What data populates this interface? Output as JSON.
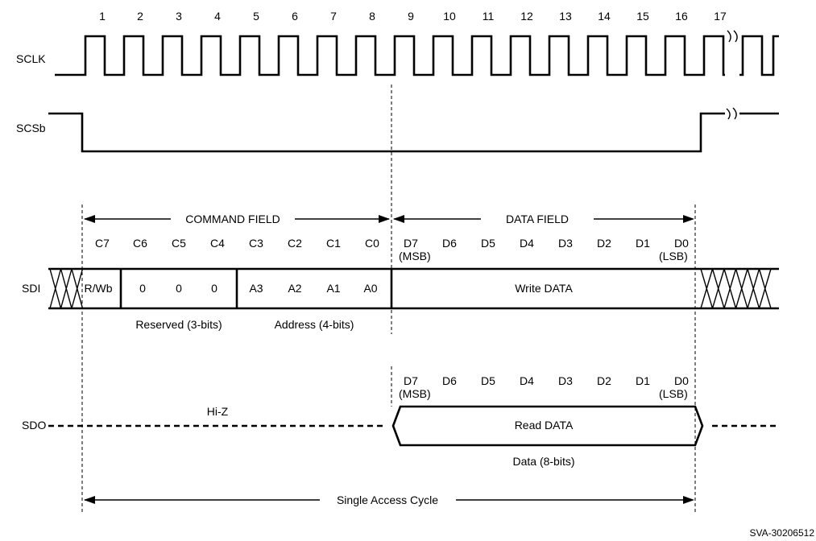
{
  "signals": {
    "sclk": "SCLK",
    "scsb": "SCSb",
    "sdi": "SDI",
    "sdo": "SDO"
  },
  "clock_numbers": [
    "1",
    "2",
    "3",
    "4",
    "5",
    "6",
    "7",
    "8",
    "9",
    "10",
    "11",
    "12",
    "13",
    "14",
    "15",
    "16",
    "17"
  ],
  "fields": {
    "command": "COMMAND FIELD",
    "data": "DATA FIELD"
  },
  "command_bits": [
    "C7",
    "C6",
    "C5",
    "C4",
    "C3",
    "C2",
    "C1",
    "C0"
  ],
  "data_bits": [
    "D7",
    "D6",
    "D5",
    "D4",
    "D3",
    "D2",
    "D1",
    "D0"
  ],
  "msb": "(MSB)",
  "lsb": "(LSB)",
  "sdi_cells": [
    "R/Wb",
    "0",
    "0",
    "0",
    "A3",
    "A2",
    "A1",
    "A0"
  ],
  "write_data": "Write DATA",
  "reserved_label": "Reserved (3-bits)",
  "address_label": "Address (4-bits)",
  "hi_z": "Hi-Z",
  "read_data": "Read DATA",
  "data_bits_label": "Data (8-bits)",
  "single_access": "Single Access Cycle",
  "figure_id": "SVA-30206512"
}
